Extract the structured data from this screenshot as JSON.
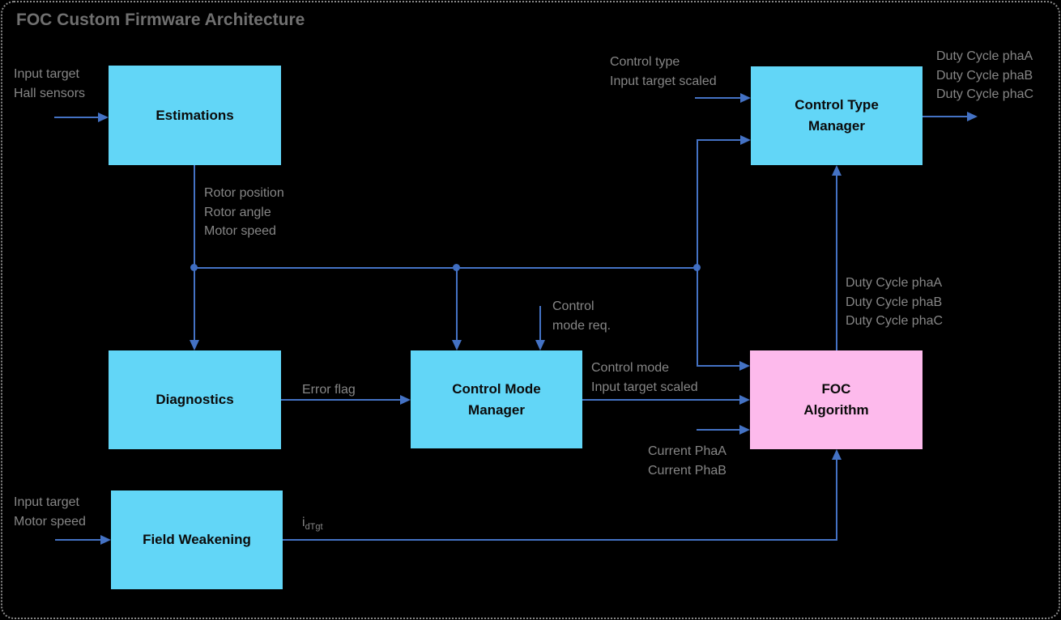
{
  "title": "FOC Custom Firmware Architecture",
  "colors": {
    "background": "#000000",
    "title_text": "#707070",
    "label_text": "#868686",
    "block_fill": "#62d6f7",
    "block_fill_highlight": "#fdbaec",
    "block_text": "#0b0b0b",
    "connector": "#4472c4",
    "connector_dot": "#3f6dc1"
  },
  "blocks": {
    "estimations": {
      "lines": [
        "Estimations"
      ]
    },
    "control_type_manager": {
      "lines": [
        "Control Type",
        "Manager"
      ]
    },
    "diagnostics": {
      "lines": [
        "Diagnostics"
      ]
    },
    "control_mode_manager": {
      "lines": [
        "Control Mode",
        "Manager"
      ]
    },
    "foc_algorithm": {
      "lines": [
        "FOC",
        "Algorithm"
      ]
    },
    "field_weakening": {
      "lines": [
        "Field Weakening"
      ]
    }
  },
  "annotations": {
    "estimations_inputs": {
      "lines": [
        "Input target",
        "Hall sensors"
      ]
    },
    "estimations_outputs": {
      "lines": [
        "Rotor position",
        "Rotor angle",
        "Motor speed"
      ]
    },
    "ctm_inputs": {
      "lines": [
        "Control type",
        "Input target scaled"
      ]
    },
    "ctm_outputs": {
      "lines": [
        "Duty Cycle phaA",
        "Duty Cycle phaB",
        "Duty Cycle phaC"
      ]
    },
    "cmm_request": {
      "lines": [
        "Control",
        "mode req."
      ]
    },
    "error_flag": {
      "lines": [
        "Error flag"
      ]
    },
    "cmm_outputs": {
      "lines": [
        "Control mode",
        "Input target scaled"
      ]
    },
    "foc_duty_outputs": {
      "lines": [
        "Duty Cycle phaA",
        "Duty Cycle phaB",
        "Duty Cycle phaC"
      ]
    },
    "foc_current_inputs": {
      "lines": [
        "Current PhaA",
        "Current PhaB"
      ]
    },
    "fw_inputs": {
      "lines": [
        "Input target",
        "Motor speed"
      ]
    },
    "idtgt": {
      "base": "i",
      "sub": "dTgt"
    }
  },
  "edges": [
    {
      "from": "external",
      "to": "Estimations",
      "signals": [
        "Input target",
        "Hall sensors"
      ]
    },
    {
      "from": "Estimations",
      "to": "Diagnostics",
      "signals": [
        "Rotor position",
        "Rotor angle",
        "Motor speed"
      ]
    },
    {
      "from": "Estimations",
      "to": "Control Mode Manager",
      "signals": [
        "Rotor position",
        "Rotor angle",
        "Motor speed"
      ]
    },
    {
      "from": "Estimations",
      "to": "Control Type Manager",
      "signals": [
        "Rotor position",
        "Rotor angle",
        "Motor speed"
      ]
    },
    {
      "from": "Estimations",
      "to": "FOC Algorithm",
      "signals": [
        "Rotor position",
        "Rotor angle",
        "Motor speed"
      ]
    },
    {
      "from": "external",
      "to": "Control Type Manager",
      "signals": [
        "Control type",
        "Input target scaled"
      ]
    },
    {
      "from": "external",
      "to": "Control Mode Manager",
      "signals": [
        "Control mode req."
      ]
    },
    {
      "from": "Diagnostics",
      "to": "Control Mode Manager",
      "signals": [
        "Error flag"
      ]
    },
    {
      "from": "Control Mode Manager",
      "to": "FOC Algorithm",
      "signals": [
        "Control mode",
        "Input target scaled"
      ]
    },
    {
      "from": "external",
      "to": "FOC Algorithm",
      "signals": [
        "Current PhaA",
        "Current PhaB"
      ]
    },
    {
      "from": "FOC Algorithm",
      "to": "Control Type Manager",
      "signals": [
        "Duty Cycle phaA",
        "Duty Cycle phaB",
        "Duty Cycle phaC"
      ]
    },
    {
      "from": "Control Type Manager",
      "to": "external",
      "signals": [
        "Duty Cycle phaA",
        "Duty Cycle phaB",
        "Duty Cycle phaC"
      ]
    },
    {
      "from": "external",
      "to": "Field Weakening",
      "signals": [
        "Input target",
        "Motor speed"
      ]
    },
    {
      "from": "Field Weakening",
      "to": "FOC Algorithm",
      "signals": [
        "idTgt"
      ]
    }
  ]
}
